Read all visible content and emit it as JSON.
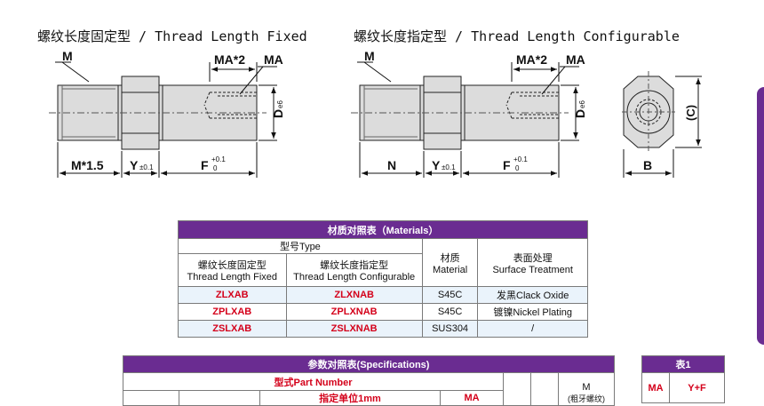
{
  "titles": {
    "fixed": "螺纹长度固定型 / Thread Length Fixed",
    "configurable": "螺纹长度指定型 / Thread Length Configurable"
  },
  "drawing_labels": {
    "m": "M",
    "ma2": "MA*2",
    "ma": "MA",
    "d": "D",
    "d_sub": "e6",
    "m15": "M*1.5",
    "y": "Y",
    "y_tol": "±0.1",
    "f": "F",
    "f_tol_up": "+0.1",
    "f_tol_low": "0",
    "n": "N",
    "b": "B",
    "c": "(C)"
  },
  "materials": {
    "title": "材质对照表（Materials）",
    "type_header": "型号Type",
    "fixed_header_cn": "螺纹长度固定型",
    "fixed_header_en": "Thread Length Fixed",
    "config_header_cn": "螺纹长度指定型",
    "config_header_en": "Thread Length Configurable",
    "material_header_cn": "材质",
    "material_header_en": "Material",
    "surface_header_cn": "表面处理",
    "surface_header_en": "Surface Treatment",
    "rows": [
      {
        "fixed": "ZLXAB",
        "config": "ZLXNAB",
        "material": "S45C",
        "surface": "发黑Clack Oxide"
      },
      {
        "fixed": "ZPLXAB",
        "config": "ZPLXNAB",
        "material": "S45C",
        "surface": "镀镍Nickel Plating"
      },
      {
        "fixed": "ZSLXAB",
        "config": "ZSLXNAB",
        "material": "SUS304",
        "surface": "/"
      }
    ]
  },
  "specs": {
    "title": "参数对照表(Specifications)",
    "part_number": "型式Part Number",
    "unit_label": "指定单位1mm",
    "ma_col": "MA",
    "m_col": "M",
    "m_sub": "(粗牙螺纹)"
  },
  "table1": {
    "title": "表1",
    "col1": "MA",
    "col2": "Y+F"
  }
}
